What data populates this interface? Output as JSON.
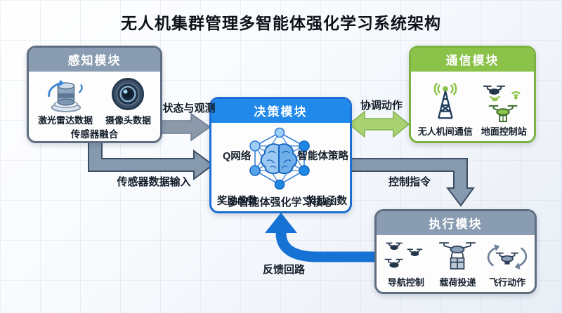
{
  "title": "无人机集群管理多智能体强化学习系统架构",
  "modules": {
    "perception": {
      "title": "感知模块",
      "items": [
        "激光雷达数据",
        "摄像头数据"
      ],
      "footer": "传感器融合",
      "icons": [
        "lidar-icon",
        "camera-icon"
      ]
    },
    "communication": {
      "title": "通信模块",
      "items": [
        "无人机间通信",
        "地面控制站"
      ],
      "icons": [
        "antenna-icon",
        "ground-station-icon"
      ]
    },
    "decision": {
      "title": "决策模块",
      "top_left": "Q网络",
      "top_right": "智能体策略",
      "bottom_left": "奖励函数",
      "bottom_right": "奖励函数",
      "footer": "多智能体强化学习核心",
      "icons": [
        "brain-network-icon"
      ]
    },
    "execution": {
      "title": "执行模块",
      "items": [
        "导航控制",
        "载荷投递",
        "飞行动作"
      ],
      "icons": [
        "drone-swarm-icon",
        "payload-drone-icon",
        "flight-maneuver-icon"
      ]
    }
  },
  "arrows": {
    "state_observation": "状态与观测",
    "coordination": "协调动作",
    "sensor_input": "传感器数据输入",
    "control_command": "控制指令",
    "feedback": "反馈回路"
  },
  "colors": {
    "slate_header": "#8a9cb1",
    "blue_header": "#2089ea",
    "green_header": "#8bc34a",
    "gray_arrow": "#8b99aa",
    "steel_arrow": "#8699ad",
    "green_arrow": "#abd272",
    "blue_arrow": "#1672d4",
    "node_light": "#9ecdf5",
    "node_dark": "#1e88e5"
  }
}
